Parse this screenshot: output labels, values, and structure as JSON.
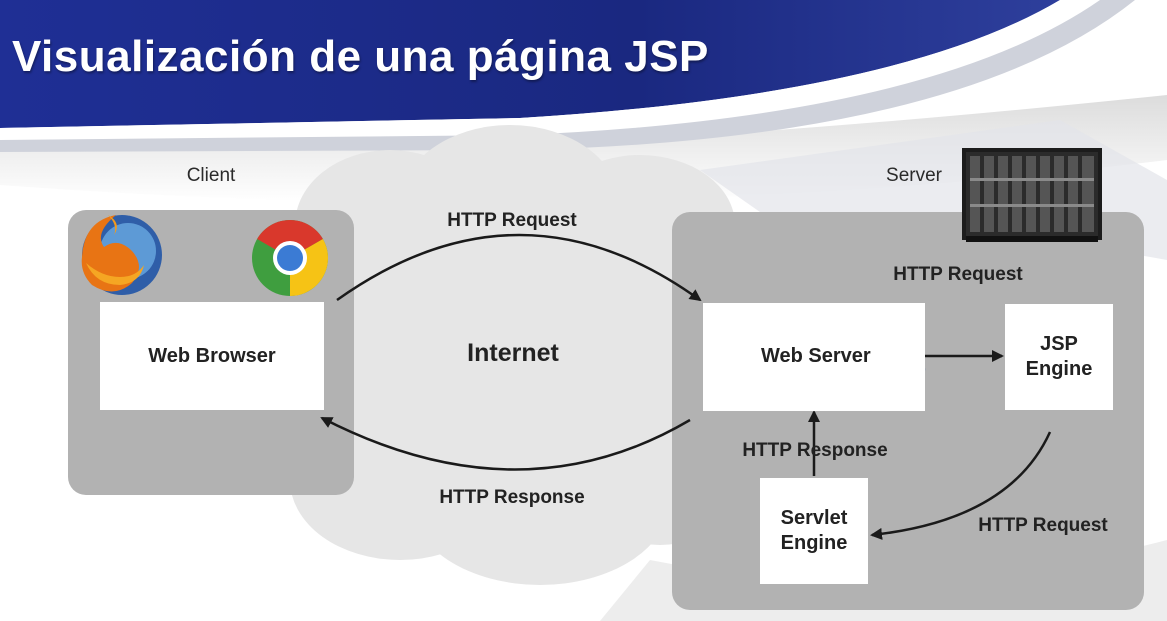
{
  "slide": {
    "title": "Visualización de una página JSP",
    "colors": {
      "banner": "#1c2c8c",
      "panel": "#b2b2b2",
      "cloud": "#e6e6e6",
      "arrow": "#1a1a1a"
    }
  },
  "client": {
    "heading": "Client",
    "box_label": "Web Browser",
    "icons": [
      "firefox-logo",
      "chrome-logo"
    ]
  },
  "internet": {
    "label": "Internet",
    "request_label": "HTTP Request",
    "response_label": "HTTP Response"
  },
  "server": {
    "heading": "Server",
    "web_server_label": "Web Server",
    "jsp_engine_label": "JSP\nEngine",
    "servlet_engine_label": "Servlet\nEngine",
    "request_to_jsp": "HTTP Request",
    "request_to_servlet": "HTTP Request",
    "response_to_web": "HTTP Response",
    "icons": [
      "server-rack",
      "tomcat-logo",
      "glassfish-logo"
    ]
  }
}
